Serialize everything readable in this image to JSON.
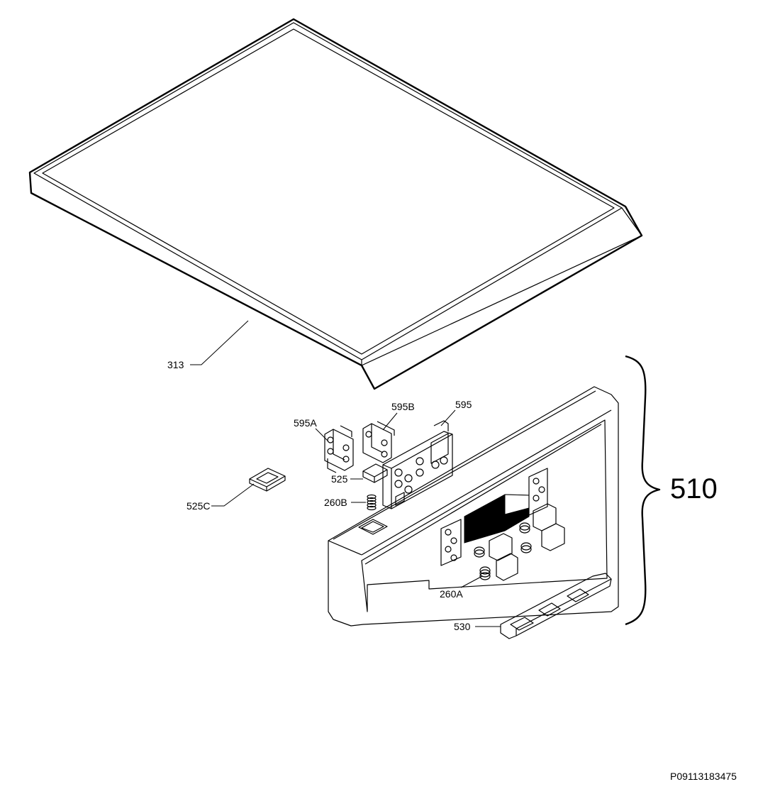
{
  "callouts": {
    "c313": "313",
    "c595a": "595A",
    "c595b": "595B",
    "c595": "595",
    "c525": "525",
    "c525c": "525C",
    "c260b": "260B",
    "c260a": "260A",
    "c530": "530"
  },
  "group": {
    "label": "510"
  },
  "reference_code": "P09113183475"
}
